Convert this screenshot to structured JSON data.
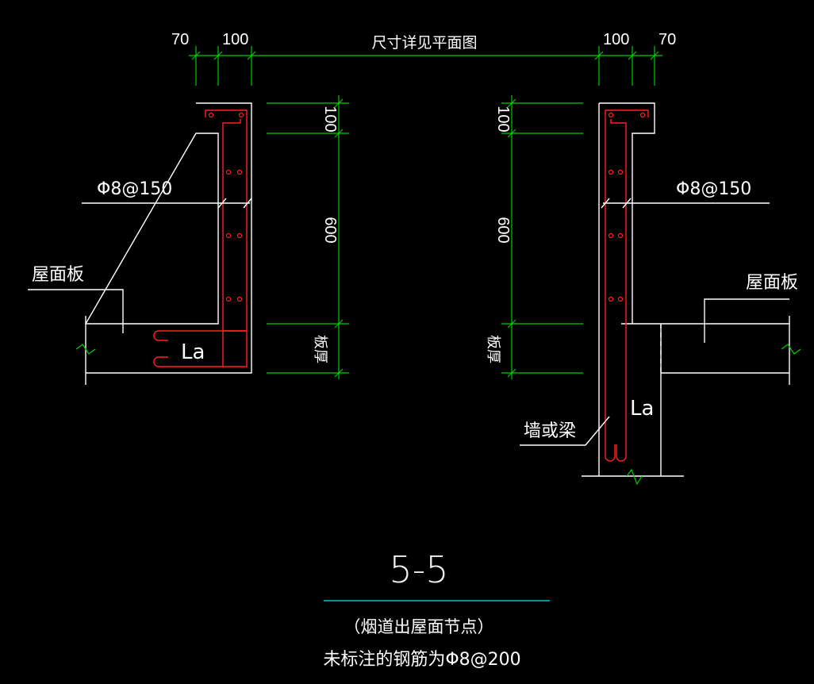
{
  "labels": {
    "plan_note": "尺寸详见平面图",
    "rebar_left": "Φ8@150",
    "rebar_right": "Φ8@150",
    "roof_slab_left": "屋面板",
    "roof_slab_right": "屋面板",
    "anchor_left": "La",
    "anchor_right": "La",
    "wall_or_beam": "墙或梁"
  },
  "dimensions": {
    "top_left_a": "70",
    "top_left_b": "100",
    "top_right_a": "100",
    "top_right_b": "70",
    "height_top_left": "100",
    "height_mid_left": "600",
    "height_slab_left": "板厚",
    "height_top_right": "100",
    "height_mid_right": "600",
    "height_slab_right": "板厚"
  },
  "title": {
    "section": "5-5",
    "subtitle": "（烟道出屋面节点）",
    "note": "未标注的钢筋为Φ8@200"
  },
  "colors": {
    "background": "#000000",
    "outline": "#ffffff",
    "dimension": "#00cc00",
    "rebar": "#ff2020",
    "title_rule": "#00c8c8"
  }
}
